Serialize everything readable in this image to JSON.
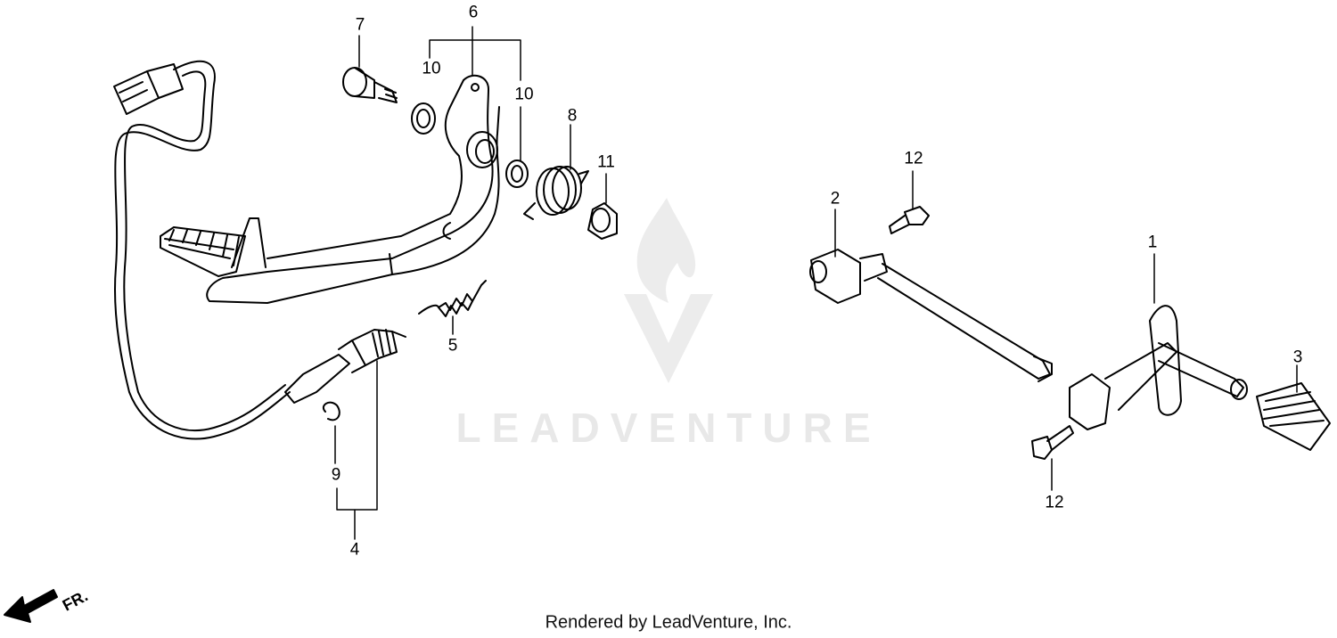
{
  "watermark": {
    "text": "LEADVENTURE",
    "color": "#e6e6e6"
  },
  "footer": {
    "text": "Rendered by LeadVenture, Inc."
  },
  "direction": {
    "label": "FR."
  },
  "callouts": {
    "c1": "1",
    "c2": "2",
    "c3": "3",
    "c4": "4",
    "c5": "5",
    "c6": "6",
    "c7": "7",
    "c8": "8",
    "c9": "9",
    "c10a": "10",
    "c10b": "10",
    "c11": "11",
    "c12a": "12",
    "c12b": "12"
  }
}
